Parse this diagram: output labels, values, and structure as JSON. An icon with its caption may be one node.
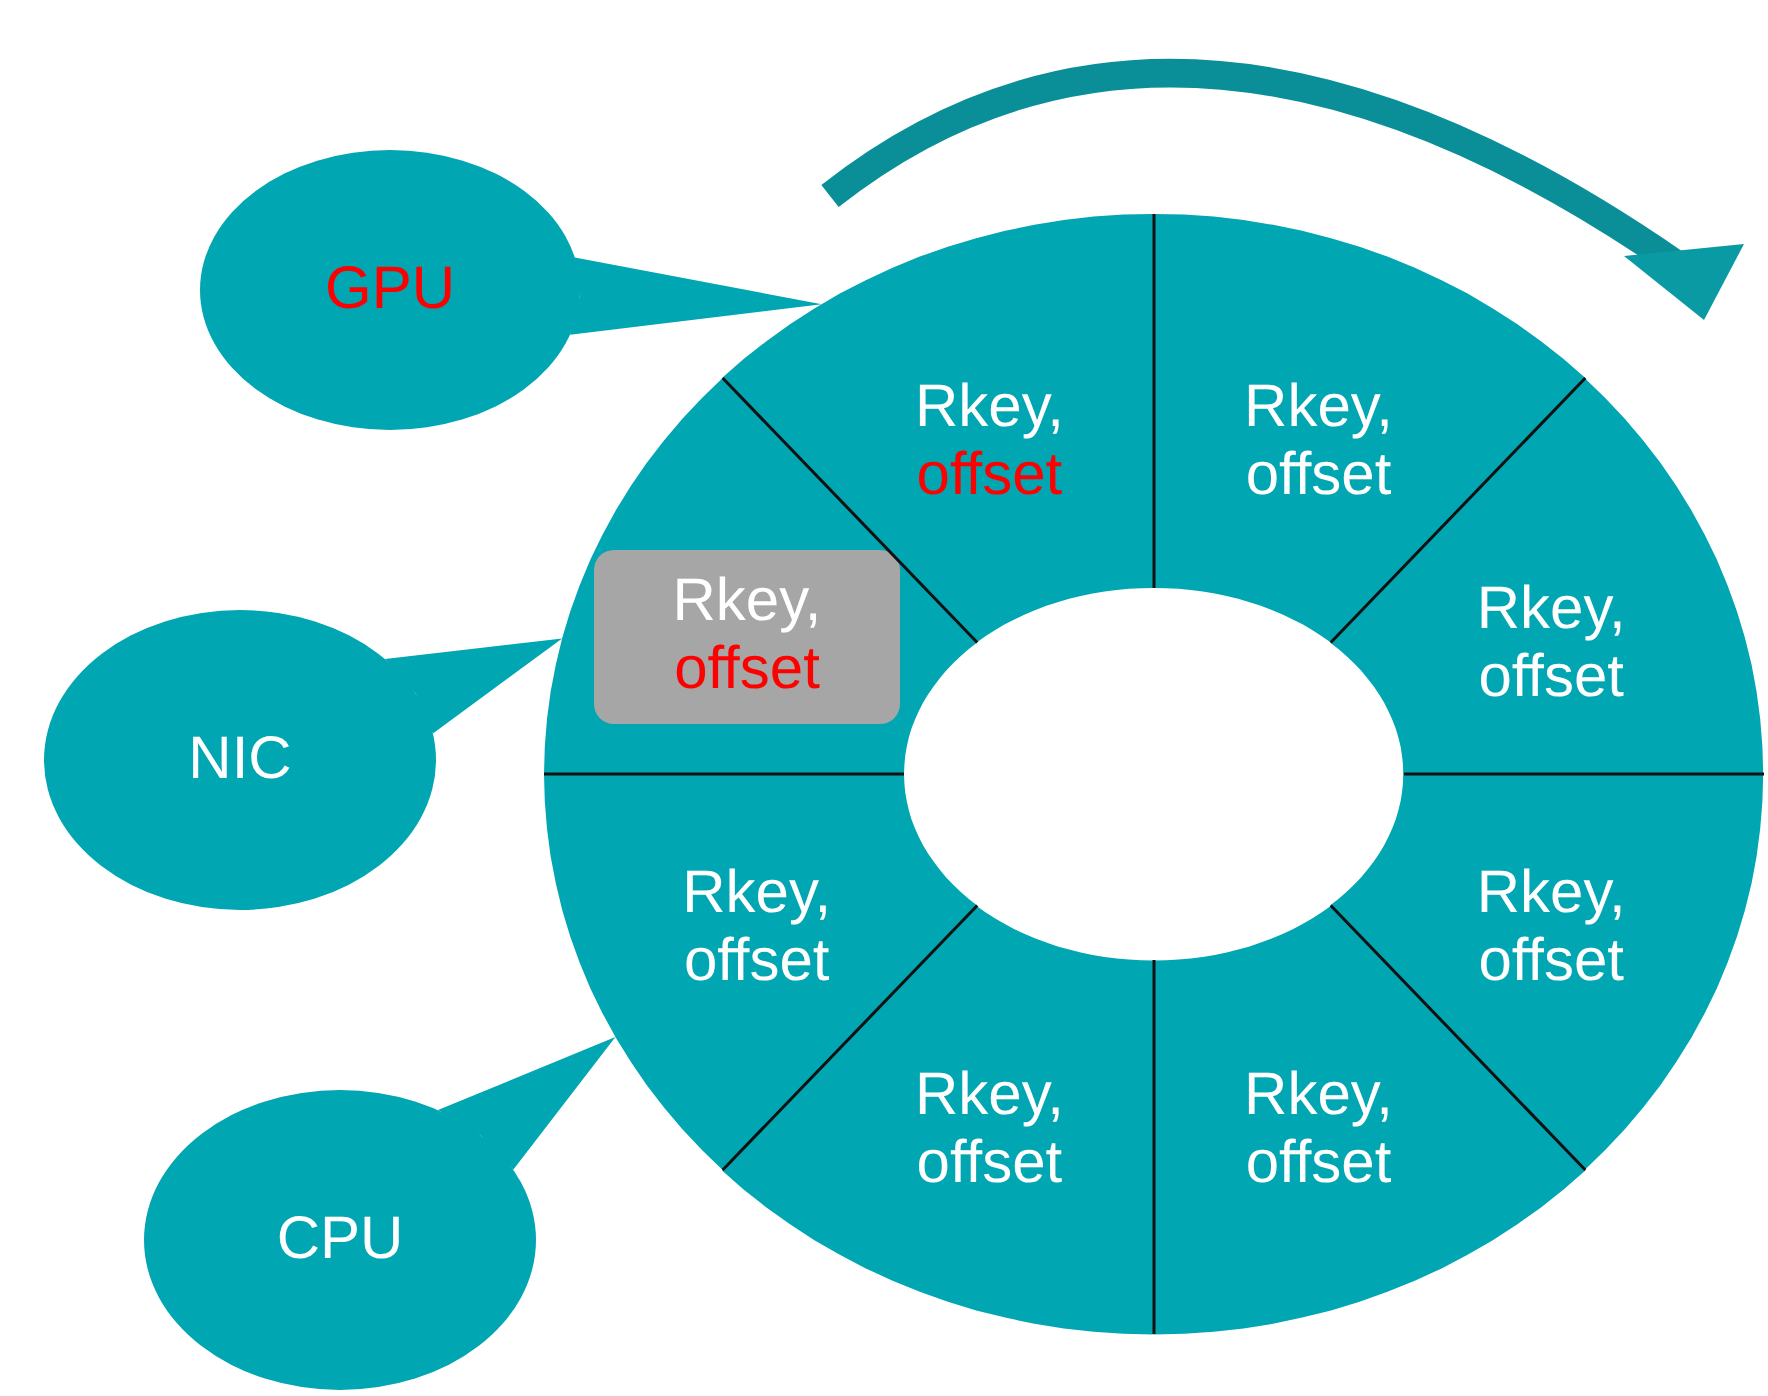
{
  "diagram": {
    "nodes": [
      {
        "text": [
          "Rkey,",
          "offset"
        ]
      },
      {
        "text": [
          "Rkey,",
          "offset"
        ]
      },
      {
        "text": [
          "Rkey,",
          "offset"
        ]
      },
      {
        "text": [
          "Rkey,",
          "offset"
        ]
      },
      {
        "text": [
          "Rkey,",
          "offset"
        ]
      },
      {
        "text": [
          "Rkey,",
          "offset"
        ]
      },
      {
        "text": [
          "Rkey,",
          "offset"
        ]
      },
      {
        "text": [],
        "shape": "sector"
      },
      {
        "text": [
          "Rkey,",
          "offset"
        ],
        "in": 7
      },
      {
        "text": [
          "GPU"
        ]
      },
      {
        "text": [
          "NIC"
        ]
      },
      {
        "text": [
          "CPU"
        ]
      }
    ],
    "edges": [
      {
        "from": 9,
        "to": 0,
        "arrow": "none"
      },
      {
        "from": 10,
        "to": 7,
        "arrow": "none"
      },
      {
        "from": 11,
        "to": 6,
        "arrow": "none"
      }
    ]
  }
}
